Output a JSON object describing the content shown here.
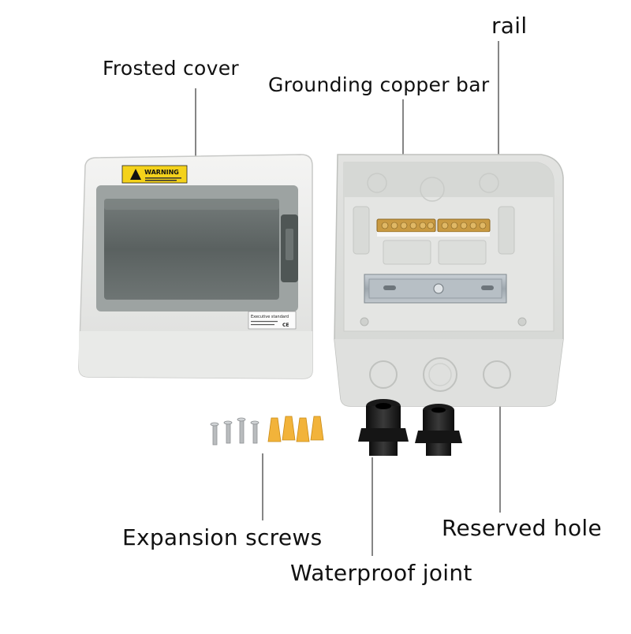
{
  "labels": {
    "frosted_cover": "Frosted cover",
    "grounding_copper_bar": "Grounding copper bar",
    "rail": "rail",
    "expansion_screws": "Expansion screws",
    "reserved_hole": "Reserved hole",
    "waterproof_joint": "Waterproof joint"
  },
  "cover": {
    "warning_title": "WARNING",
    "standard_label": "Executive standard"
  },
  "colors": {
    "box_body": "#e7e8e6",
    "box_shadow": "#c9cbc8",
    "window_tint": "#5d6463",
    "warning_yellow": "#f4d21b",
    "copper": "#c99a42",
    "din_rail": "#aeb6bd",
    "cable_gland": "#1b1b1b",
    "wall_plug": "#f2b33a",
    "screw_steel": "#b9bcbe"
  },
  "icons": {
    "warning": "warning-triangle-icon",
    "ce": "ce-mark-icon"
  }
}
